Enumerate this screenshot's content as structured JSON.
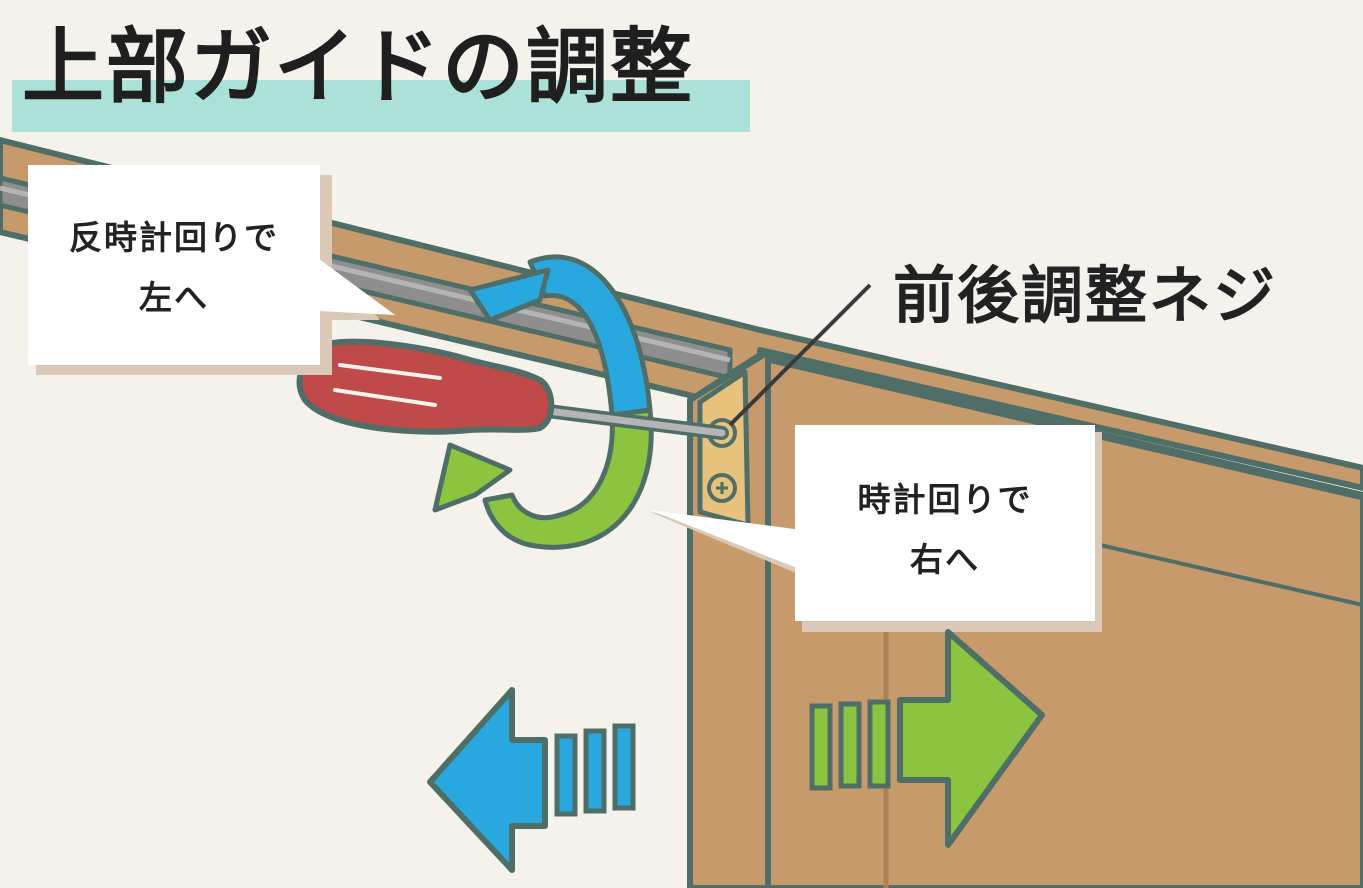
{
  "title": "上部ガイドの調整",
  "screw_label": "前後調整ネジ",
  "callout_left": {
    "line1": "反時計回りで",
    "line2": "左へ"
  },
  "callout_right": {
    "line1": "時計回りで",
    "line2": "右へ"
  },
  "colors": {
    "background": "#f5f2ec",
    "title_highlight": "#abe1d8",
    "wood": "#c69a6b",
    "outline": "#4f6e68",
    "rail": "#8e8e8e",
    "bracket": "#e6c27c",
    "screwdriver": "#c0494a",
    "arrow_blue": "#29a8e0",
    "arrow_green": "#8bc43f",
    "callout_shadow": "#d9c9b6"
  },
  "icons": [
    "screwdriver-icon",
    "rotation-arrow-icon",
    "left-arrow-icon",
    "right-arrow-icon",
    "screw-icon"
  ]
}
